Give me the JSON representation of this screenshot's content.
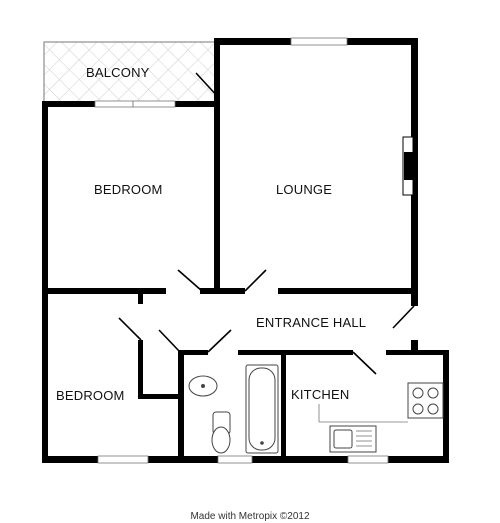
{
  "rooms": {
    "balcony": "BALCONY",
    "bedroom_main": "BEDROOM",
    "lounge": "LOUNGE",
    "entrance_hall": "ENTRANCE HALL",
    "bedroom_small": "BEDROOM",
    "kitchen": "KITCHEN"
  },
  "footer": "Made with Metropix ©2012",
  "colors": {
    "wall": "#000000",
    "hatch": "#cfcfcf"
  }
}
